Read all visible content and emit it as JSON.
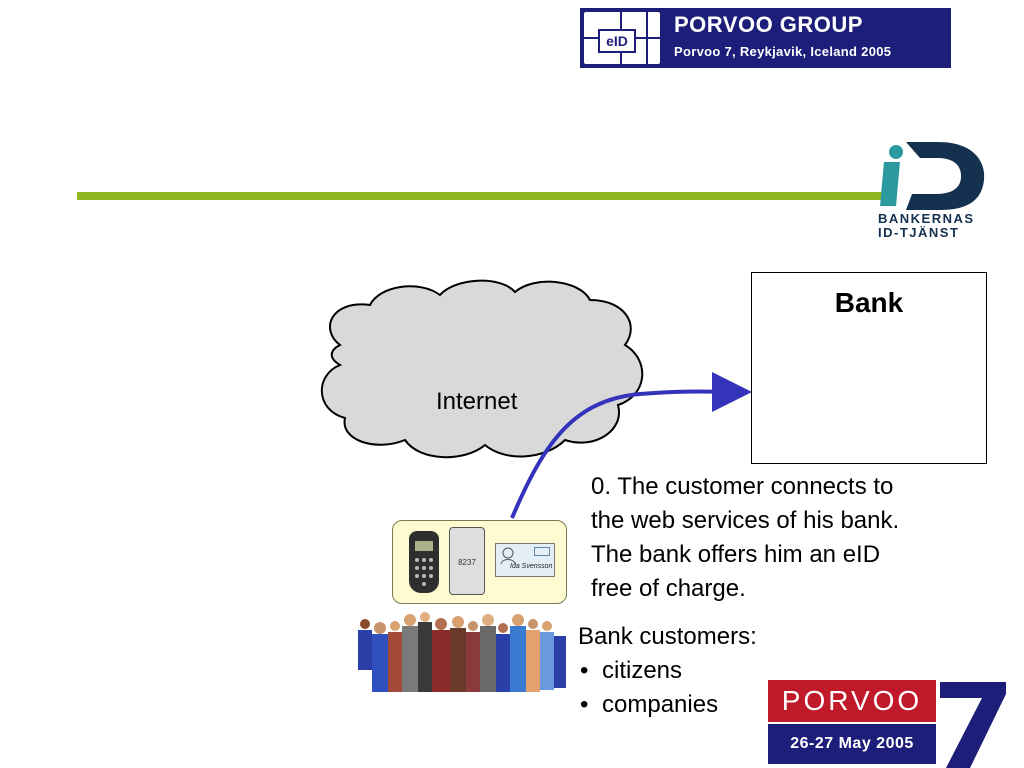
{
  "header": {
    "eid_badge": "eID",
    "title": "PORVOO GROUP",
    "subtitle": "Porvoo 7, Reykjavik, Iceland 2005"
  },
  "id_logo": {
    "line1": "BANKERNAS",
    "line2": "ID-TJÄNST"
  },
  "diagram": {
    "internet_label": "Internet",
    "bank_label": "Bank",
    "description_lines": [
      "0. The customer connects to",
      "the web services of his bank.",
      "The bank offers him an eID",
      "free of charge."
    ],
    "device_panel": {
      "card_number": "8237",
      "id_card_name": "Ida Svensson"
    }
  },
  "customers": {
    "heading": "Bank customers:",
    "items": [
      "citizens",
      "companies"
    ]
  },
  "porvoo_logo": {
    "name": "PORVOO",
    "dates": "26-27 May 2005",
    "number": "7"
  },
  "colors": {
    "navy": "#1d1d7a",
    "green_rule": "#8fb820",
    "arrow_blue": "#3333bb",
    "cloud_fill": "#d9d9d9",
    "porvoo_red": "#c01a2a",
    "logo_teal": "#2a9aa0"
  }
}
